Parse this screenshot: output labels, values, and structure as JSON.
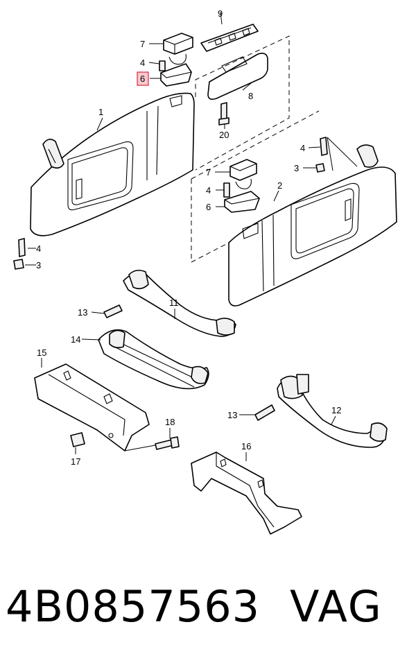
{
  "callouts": {
    "c1": "1",
    "c2": "2",
    "c3a": "3",
    "c3b": "3",
    "c4a": "4",
    "c4b": "4",
    "c4c": "4",
    "c4d": "4",
    "c6a": "6",
    "c6b": "6",
    "c7a": "7",
    "c7b": "7",
    "c8": "8",
    "c9": "9",
    "c11": "11",
    "c12": "12",
    "c13a": "13",
    "c13b": "13",
    "c14": "14",
    "c15": "15",
    "c16": "16",
    "c17": "17",
    "c18": "18",
    "c20": "20"
  },
  "highlighted_callout": "6",
  "highlight_color": "#d8283c",
  "footer": {
    "part_number": "4B0857563",
    "brand": "VAG"
  }
}
